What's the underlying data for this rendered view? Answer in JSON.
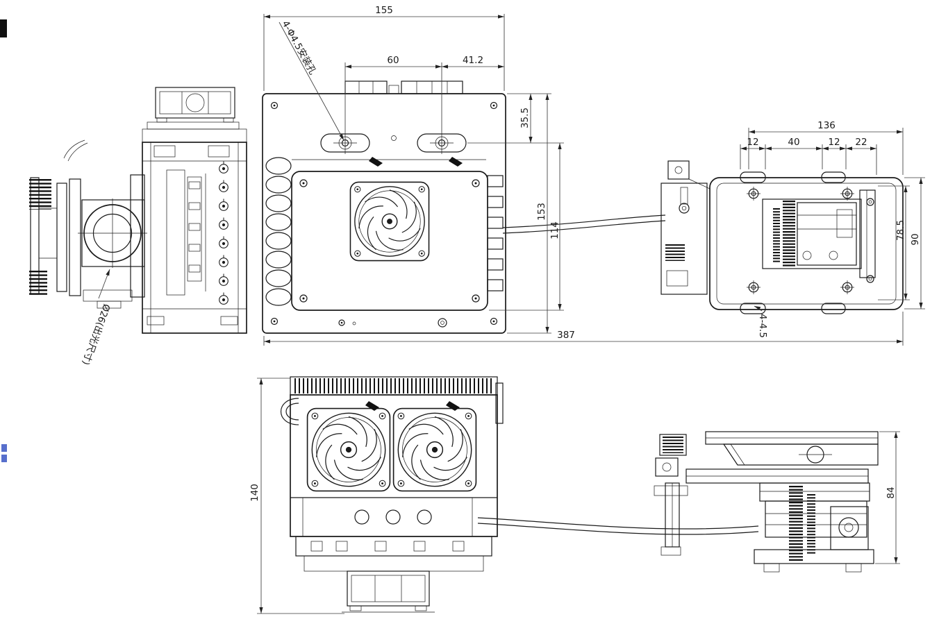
{
  "drawing": {
    "top_view": {
      "overall_width": "155",
      "hole_note": "4-Φ4.5安装孔",
      "hole_spacing": "60",
      "hole_offset": "41.2",
      "edge_offset": "35.5",
      "height": "153",
      "inner_height": "114",
      "total_length": "387"
    },
    "right_view": {
      "width": "136",
      "seg_12a": "12",
      "seg_40": "40",
      "seg_12b": "12",
      "seg_22": "22",
      "height": "90",
      "inner_height": "78.5",
      "hole_note": "4-4.5"
    },
    "left_view": {
      "aperture_note": "Ø26(出光尺寸)"
    },
    "front_view": {
      "height": "140"
    },
    "side_view": {
      "height": "84"
    }
  }
}
